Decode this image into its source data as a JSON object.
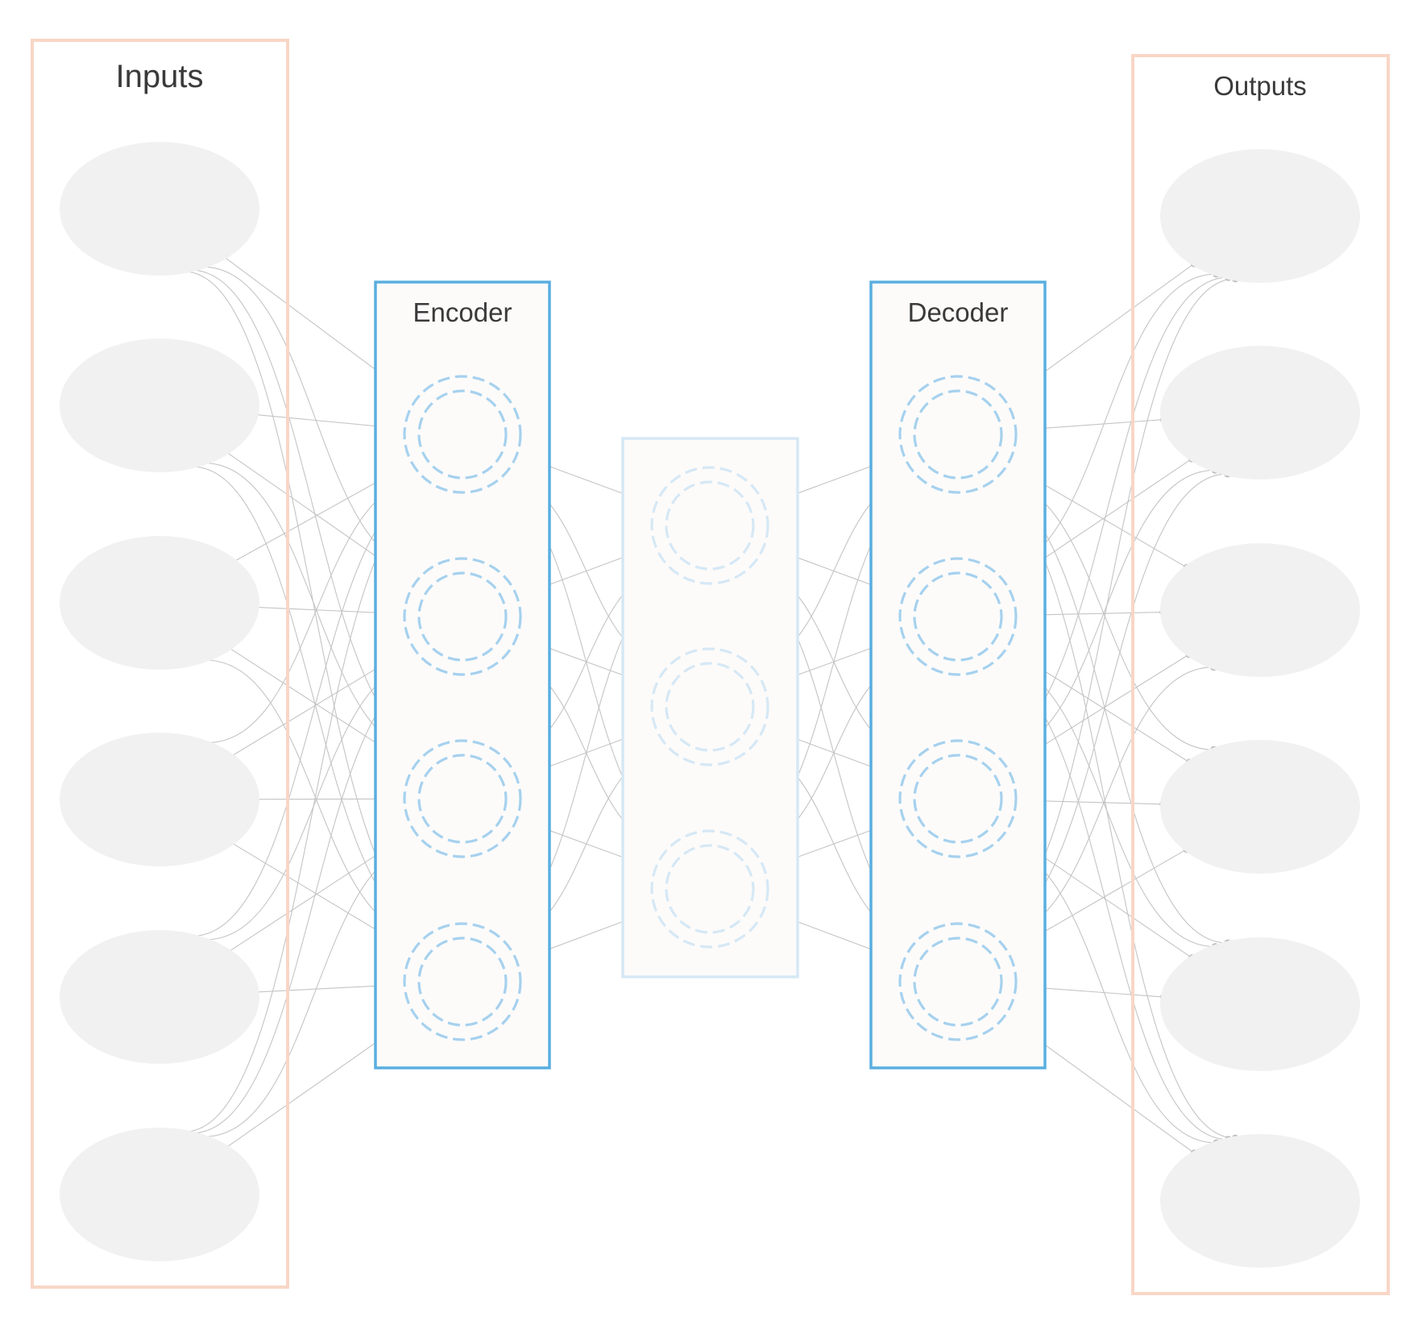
{
  "diagram": {
    "groups": [
      {
        "id": "inputs",
        "label": "Inputs",
        "node_count": 6,
        "kind": "io",
        "color": "#f9d6c6"
      },
      {
        "id": "encoder",
        "label": "Encoder",
        "node_count": 4,
        "kind": "hidden",
        "color": "#5aaee0",
        "node_color": "#a6d1ee"
      },
      {
        "id": "latent",
        "label": "",
        "node_count": 3,
        "kind": "hidden",
        "color": "#d6e8f5",
        "node_color": "#d6e8f5"
      },
      {
        "id": "decoder",
        "label": "Decoder",
        "node_count": 4,
        "kind": "hidden",
        "color": "#5aaee0",
        "node_color": "#a6d1ee"
      },
      {
        "id": "outputs",
        "label": "Outputs",
        "node_count": 6,
        "kind": "io",
        "color": "#f9d6c6"
      }
    ],
    "connectivity": "fully-connected between adjacent groups",
    "edge_color": "#c4c4c4",
    "io_node_color": "#f1f1f1"
  }
}
